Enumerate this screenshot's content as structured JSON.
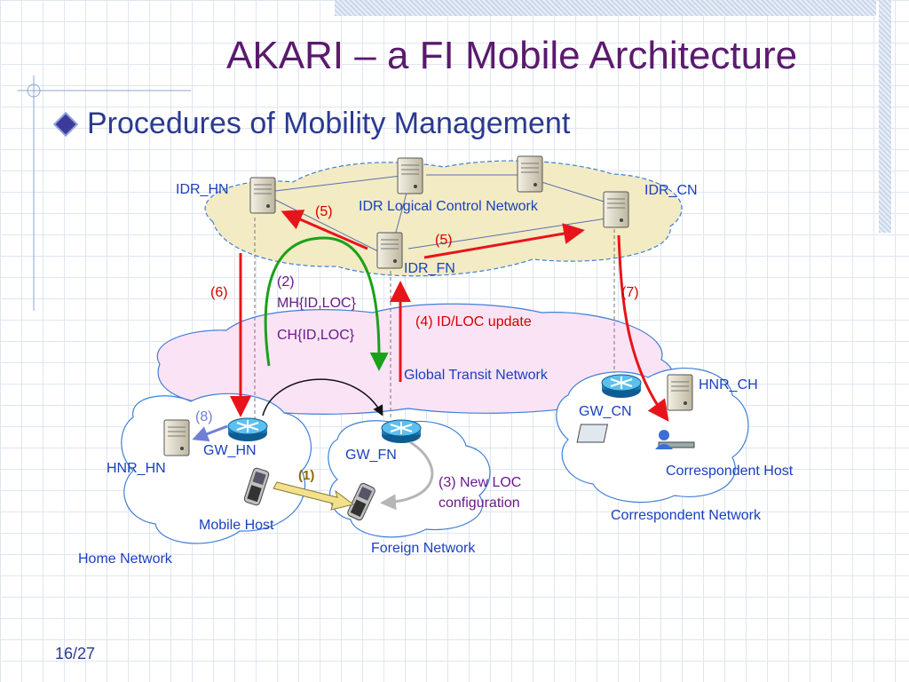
{
  "slide": {
    "title": "AKARI – a FI Mobile Architecture",
    "subtitle": "Procedures of Mobility Management",
    "slide_number": "16/27"
  },
  "diagram": {
    "nodes": {
      "idr_hn": "IDR_HN",
      "idr_cn": "IDR_CN",
      "idr_fn": "IDR_FN",
      "idr_network": "IDR Logical Control Network",
      "transit_network": "Global Transit Network",
      "gw_hn": "GW_HN",
      "gw_fn": "GW_FN",
      "gw_cn": "GW_CN",
      "hnr_hn": "HNR_HN",
      "hnr_ch": "HNR_CH",
      "mobile_host": "Mobile Host",
      "correspondent_host": "Correspondent Host",
      "home_network": "Home Network",
      "foreign_network": "Foreign Network",
      "correspondent_network": "Correspondent  Network"
    },
    "steps": {
      "s1": "(1)",
      "s2a": "(2)",
      "s2b": "MH{ID,LOC}",
      "s2c": "CH{ID,LOC}",
      "s3a": "(3) New LOC",
      "s3b": "configuration",
      "s4": "(4) ID/LOC update",
      "s5a": "(5)",
      "s5b": "(5)",
      "s6": "(6)",
      "s7": "(7)",
      "s8": "(8)"
    },
    "colors": {
      "label_blue": "#1a3fbf",
      "step_red": "#d40000",
      "step_purple": "#6a1a8a",
      "arrow_red": "#e8141b",
      "arrow_green": "#1aa11a",
      "idr_cloud": "#f2ebc4",
      "transit_cloud": "#fbe3f6"
    }
  }
}
